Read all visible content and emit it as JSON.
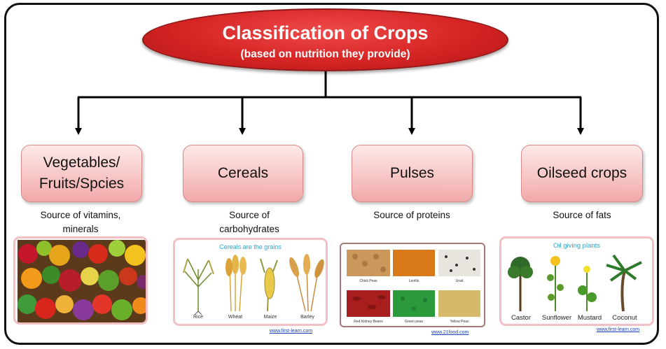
{
  "title": {
    "main": "Classification of Crops",
    "sub": "(based on nutrition they provide)"
  },
  "categories": [
    {
      "name_line1": "Vegetables/",
      "name_line2": "Fruits/Spcies",
      "desc_line1": "Source of vitamins,",
      "desc_line2": "minerals"
    },
    {
      "name": "Cereals",
      "desc_line1": "Source of",
      "desc_line2": "carbohydrates",
      "image_caption": "Cereals are the grains",
      "image_labels": [
        "Rice",
        "Wheat",
        "Maize",
        "Barley"
      ],
      "image_source": "www.first-learn.com"
    },
    {
      "name": "Pulses",
      "desc": "Source of proteins",
      "image_labels": [
        "Chick Peas",
        "Lentils",
        "Urad",
        "Red Kidney Beans",
        "Green peas",
        "Yellow Peas"
      ],
      "image_source": "www.21food.com"
    },
    {
      "name": "Oilseed crops",
      "desc": "Source of fats",
      "image_caption": "Oil giving plants",
      "image_labels": [
        "Castor",
        "Sunflower",
        "Mustard",
        "Coconut"
      ],
      "image_source": "www.first-learn.com"
    }
  ],
  "colors": {
    "title_fill": "#d62424",
    "box_fill": "#f8c6c6",
    "image_border": "#f0c0c4",
    "caption": "#2fa3c8",
    "link": "#1a3fbf"
  }
}
